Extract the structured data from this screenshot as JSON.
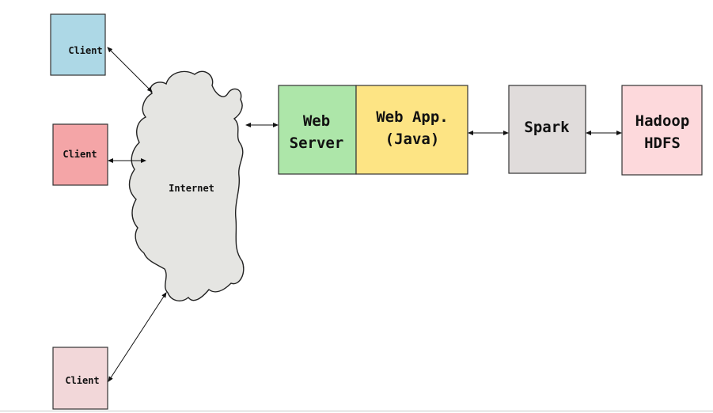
{
  "nodes": {
    "client_top": {
      "label": "Client",
      "color": "#add8e6"
    },
    "client_middle": {
      "label": "Client",
      "color": "#f4a5a7"
    },
    "client_bottom": {
      "label": "Client",
      "color": "#f2d7d9"
    },
    "internet": {
      "label": "Internet",
      "color": "#e5e5e2"
    },
    "web_server": {
      "line1": "Web",
      "line2": "Server",
      "color": "#ade6a9"
    },
    "web_app": {
      "line1": "Web App.",
      "line2": "(Java)",
      "color": "#fde484"
    },
    "spark": {
      "label": "Spark",
      "color": "#e0dcdb"
    },
    "hadoop": {
      "line1": "Hadoop",
      "line2": "HDFS",
      "color": "#fdd9dc"
    }
  },
  "edges": [
    {
      "from": "Client",
      "to": "Internet",
      "direction": "both"
    },
    {
      "from": "Client",
      "to": "Internet",
      "direction": "both"
    },
    {
      "from": "Client",
      "to": "Internet",
      "direction": "both"
    },
    {
      "from": "Internet",
      "to": "Web Server",
      "direction": "both"
    },
    {
      "from": "Web App. (Java)",
      "to": "Spark",
      "direction": "both"
    },
    {
      "from": "Spark",
      "to": "Hadoop HDFS",
      "direction": "both"
    }
  ]
}
